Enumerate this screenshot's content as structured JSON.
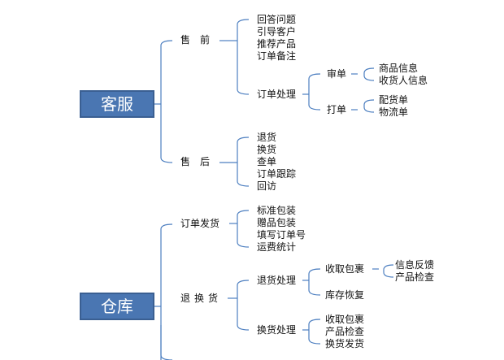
{
  "diagram": {
    "line_color": "#4d7fc0",
    "box_color": "#4a76b2",
    "roots": {
      "kefu": "客服",
      "cangku": "仓库"
    },
    "kefu": {
      "shouqian": {
        "label": "售前",
        "items": [
          "回答问题",
          "引导客户",
          "推荐产品",
          "订单备注"
        ],
        "dingdan": {
          "label": "订单处理",
          "shendan": {
            "label": "审单",
            "items": [
              "商品信息",
              "收货人信息"
            ]
          },
          "dadan": {
            "label": "打单",
            "items": [
              "配货单",
              "物流单"
            ]
          }
        }
      },
      "shouhou": {
        "label": "售后",
        "items": [
          "退货",
          "换货",
          "查单",
          "订单跟踪",
          "回访"
        ]
      }
    },
    "cangku": {
      "fahuo": {
        "label": "订单发货",
        "items": [
          "标准包装",
          "赠品包装",
          "填写订单号",
          "运费统计"
        ]
      },
      "tuihuan": {
        "label": "退换货",
        "tuihuo": {
          "label": "退货处理",
          "shouqu": {
            "label": "收取包裹",
            "items": [
              "信息反馈",
              "产品检查"
            ]
          },
          "kucun": "库存恢复"
        },
        "huanhuo": {
          "label": "换货处理",
          "items": [
            "收取包裹",
            "产品检查",
            "换货发货"
          ]
        }
      }
    }
  }
}
